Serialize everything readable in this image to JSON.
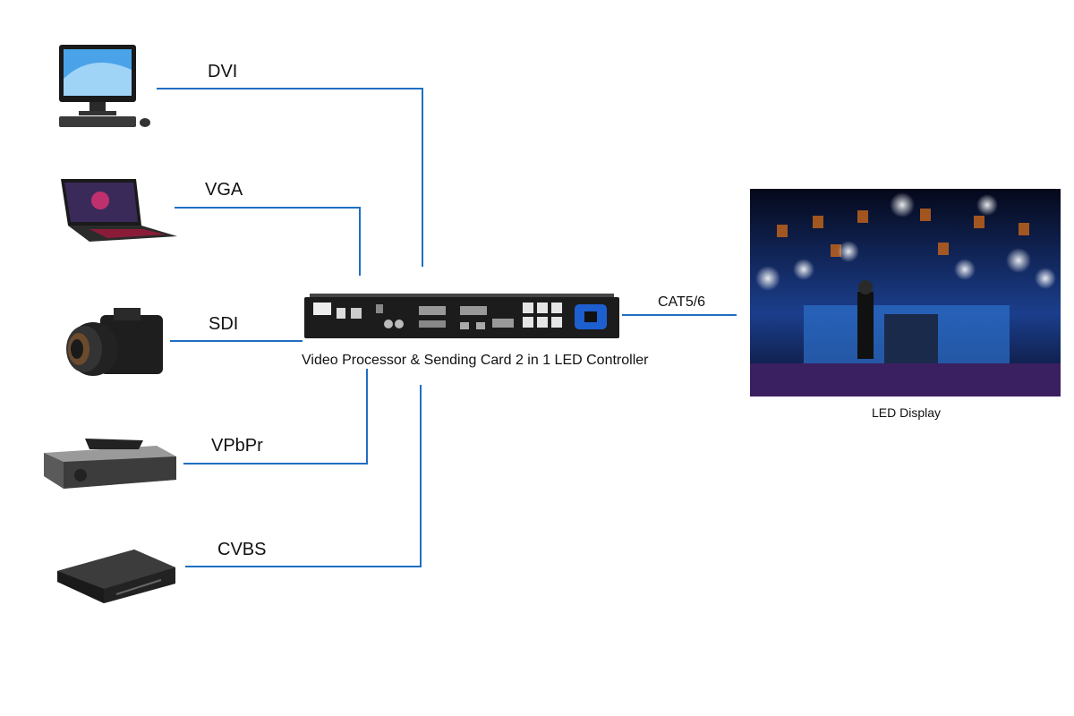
{
  "sources": [
    {
      "id": "pc",
      "icon": "desktop-computer-icon",
      "label": "DVI"
    },
    {
      "id": "laptop",
      "icon": "laptop-icon",
      "label": "VGA"
    },
    {
      "id": "camera",
      "icon": "camera-icon",
      "label": "SDI"
    },
    {
      "id": "stb",
      "icon": "set-top-box-icon",
      "label": "VPbPr"
    },
    {
      "id": "dvd",
      "icon": "dvd-player-icon",
      "label": "CVBS"
    }
  ],
  "controller": {
    "icon": "led-controller-icon",
    "caption": "Video Processor & Sending Card 2 in 1 LED Controller"
  },
  "output": {
    "cable_label": "CAT5/6",
    "display_icon": "led-display-icon",
    "display_caption": "LED Display"
  },
  "colors": {
    "line": "#1f6fc2",
    "device": "#1a1a1a",
    "stage_blue": "#1b3e8c"
  }
}
